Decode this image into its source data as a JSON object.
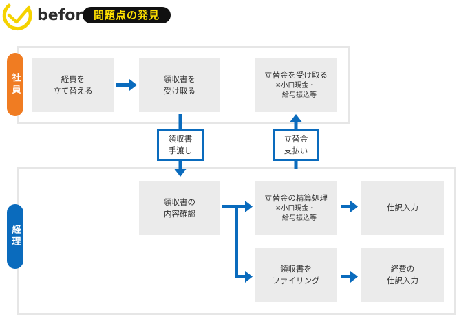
{
  "header": {
    "before_label": "before",
    "title": "問題点の発見"
  },
  "lanes": {
    "employee": "社員",
    "accounting": "経理"
  },
  "boxes": {
    "b1": [
      "経費を",
      "立て替える"
    ],
    "b2": [
      "領収書を",
      "受け取る"
    ],
    "b3": {
      "title": "立替金を受け取る",
      "note": [
        "※小口現金・",
        "給与振込等"
      ]
    },
    "b4": [
      "領収書の",
      "内容確認"
    ],
    "b5": {
      "title": "立替金の精算処理",
      "note": [
        "※小口現金・",
        "給与振込等"
      ]
    },
    "b6": [
      "仕訳入力"
    ],
    "b7": [
      "領収書を",
      "ファイリング"
    ],
    "b8": [
      "経費の",
      "仕訳入力"
    ]
  },
  "handovers": {
    "h1": [
      "領収書",
      "手渡し"
    ],
    "h2": [
      "立替金",
      "支払い"
    ]
  },
  "colors": {
    "accent_blue": "#0a6bbd",
    "accent_orange": "#f07c22",
    "logo_yellow": "#f5d200",
    "box_fill": "#ebebeb",
    "lane_border": "#e6e6e6"
  },
  "icons": {
    "logo": "yellow-clock-check-icon"
  }
}
